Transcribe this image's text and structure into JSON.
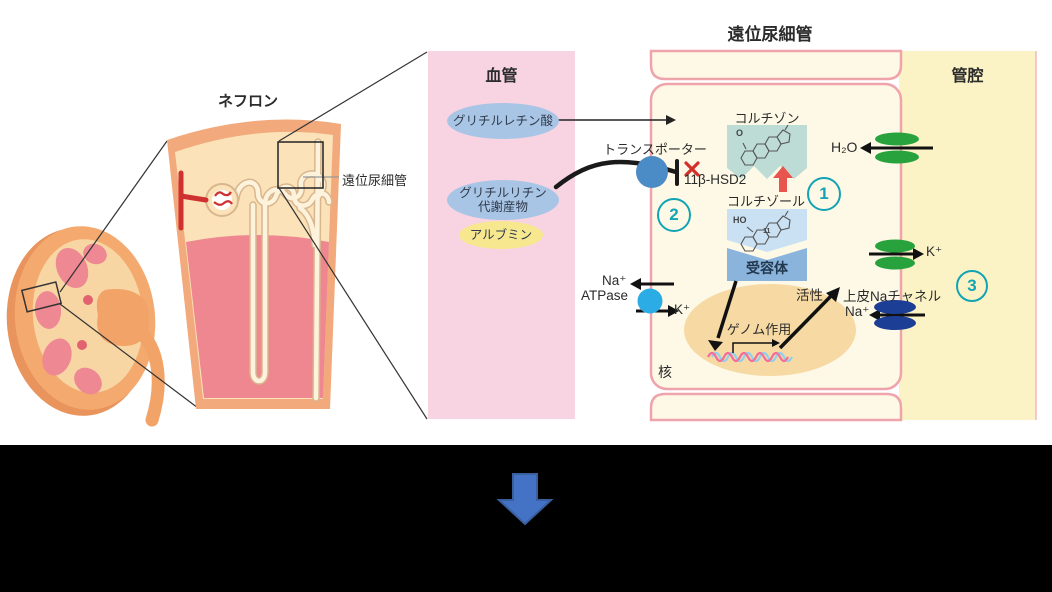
{
  "left_panel": {
    "nephron_title": "ネフロン",
    "nephron_box_label": "遠位尿細管"
  },
  "diagram": {
    "title": "遠位尿細管",
    "blood_vessel_header": "血管",
    "lumen_header": "管腔",
    "blood": {
      "glycyrrhetinic_acid": "グリチルレチン酸",
      "glycyrrhizin_line1": "グリチルリチン",
      "glycyrrhizin_line2": "代謝産物",
      "albumin": "アルブミン"
    },
    "cell": {
      "transporter": "トランスポーター",
      "cortisone": "コルチゾン",
      "enzyme": "11β-HSD2",
      "cortisol": "コルチゾール",
      "receptor": "受容体",
      "genomic_action": "ゲノム作用",
      "nucleus": "核",
      "activation": "活性",
      "atpase": "ATPase",
      "cortisone_o": "O",
      "cortisol_ho": "HO",
      "cortisol_c11": "11"
    },
    "membrane_transport": {
      "h2o": "H₂O",
      "na_basolateral": "Na⁺",
      "k_basolateral": "K⁺",
      "k_apical": "K⁺",
      "na_apical": "Na⁺",
      "epithelial_na_channel": "上皮Naチャネル"
    },
    "steps": {
      "one": "1",
      "two": "2",
      "three": "3"
    }
  },
  "colors": {
    "step_badge_teal": "#12a3b4",
    "inhibition_red": "#d4302a",
    "enzyme_up_arrow_red": "#e8554f",
    "water_potassium_channel_green": "#27a23c",
    "sodium_channel_navy": "#1d3e95",
    "transporter_blue": "#4b8cc6",
    "atpase_pump_cyan": "#2cace4",
    "blood_panel_pink": "#f8d4e2",
    "lumen_yellow": "#fbf3c5",
    "cell_cream": "#fdf9e6",
    "membrane_pink": "#efa3ab",
    "summary_arrow_blue": "#4472c4"
  }
}
